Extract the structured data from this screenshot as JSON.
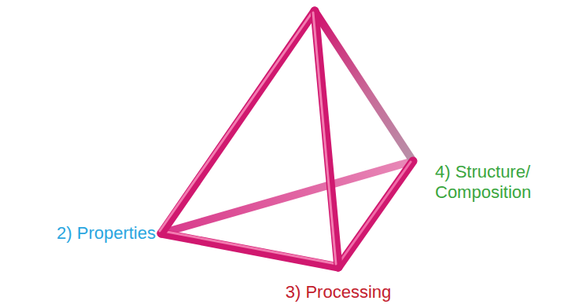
{
  "diagram": {
    "labels": [
      "2) Properties",
      "3) Processing",
      "4) Structure/ Composition"
    ]
  }
}
